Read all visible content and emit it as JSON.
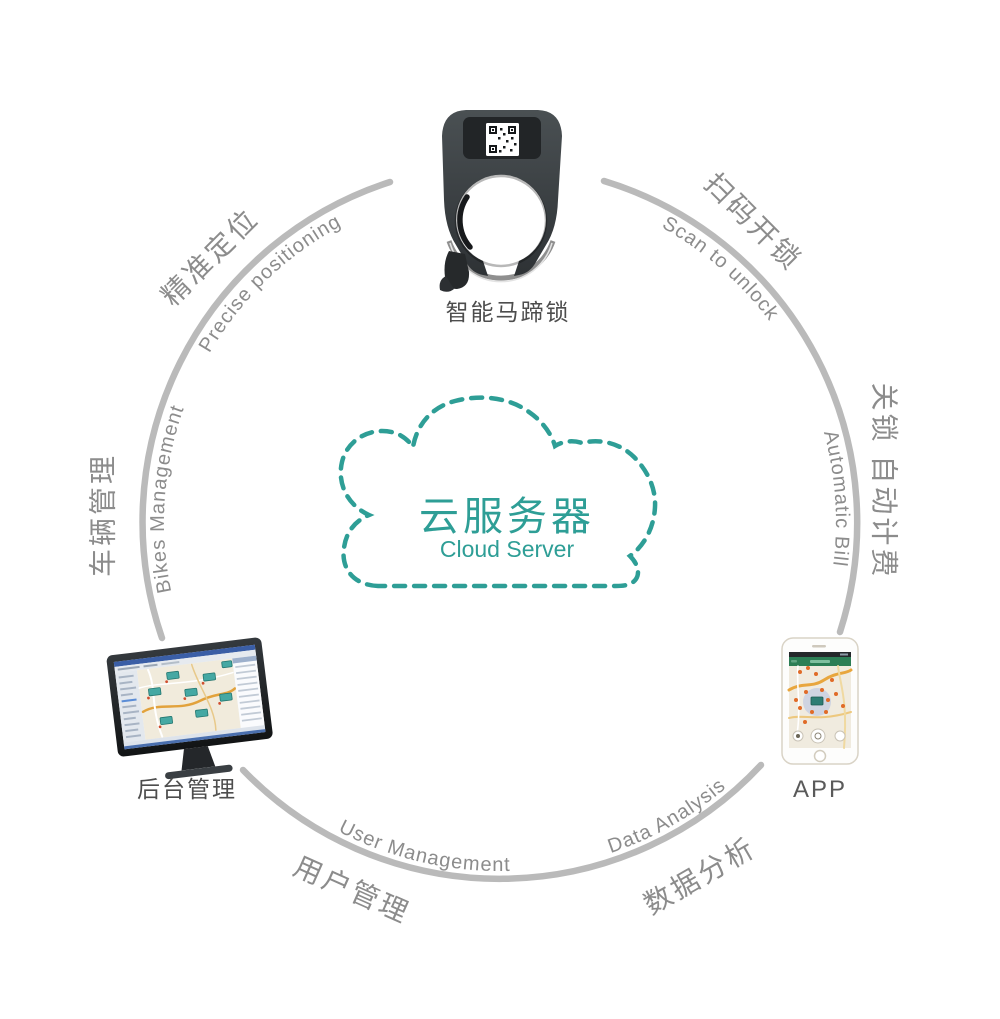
{
  "cloud": {
    "title_zh": "云服务器",
    "title_en": "Cloud Server",
    "color": "#2E9E96"
  },
  "ring": {
    "color": "#bababa",
    "label_color": "#8c8c8c",
    "labels": [
      {
        "id": "precise-positioning",
        "zh": "精准定位",
        "en": "Precise positioning"
      },
      {
        "id": "bikes-management",
        "zh": "车辆管理",
        "en": "Bikes Management"
      },
      {
        "id": "scan-to-unlock",
        "zh": "扫码开锁",
        "en": "Scan to unlock"
      },
      {
        "id": "automatic-bill",
        "zh": "关锁 自动计费",
        "en": "Automatic Bill"
      },
      {
        "id": "user-management",
        "zh": "用户管理",
        "en": "User Management"
      },
      {
        "id": "data-analysis",
        "zh": "数据分析",
        "en": "Data Analysis"
      }
    ]
  },
  "devices": {
    "lock": {
      "label": "智能马蹄锁"
    },
    "monitor": {
      "label": "后台管理"
    },
    "app": {
      "label": "APP"
    }
  }
}
